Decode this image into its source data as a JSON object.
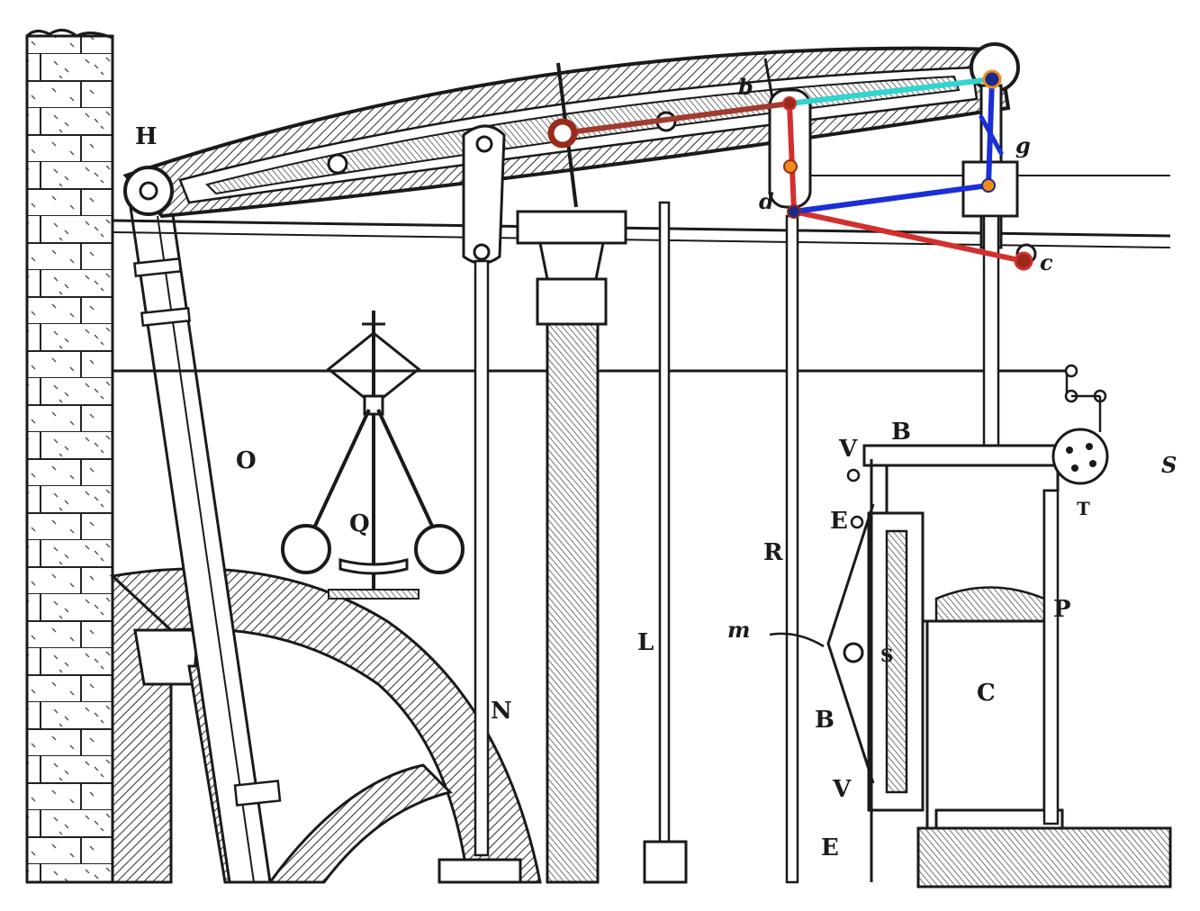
{
  "labels": {
    "H": "H",
    "b": "b",
    "g": "g",
    "d": "d",
    "c": "c",
    "O": "O",
    "Q": "Q",
    "R": "R",
    "L": "L",
    "N": "N",
    "m": "m",
    "S_lower": "S",
    "S_right": "S",
    "B_top": "B",
    "B_mid": "B",
    "V_top": "V",
    "V_bottom": "V",
    "E_top": "E",
    "E_bottom": "E",
    "C": "C",
    "P": "P",
    "T": "T"
  },
  "colors": {
    "ink": "#1a1a1a",
    "hatch": "#444444",
    "linkage_red": "#d32f2f",
    "linkage_darkred": "#a33a2f",
    "linkage_cyan": "#2fd5cf",
    "linkage_blue": "#1a2fd6",
    "joint_orange": "#f08a1a",
    "joint_darkred": "#9a2a1a",
    "joint_navy": "#1a2a8a"
  }
}
